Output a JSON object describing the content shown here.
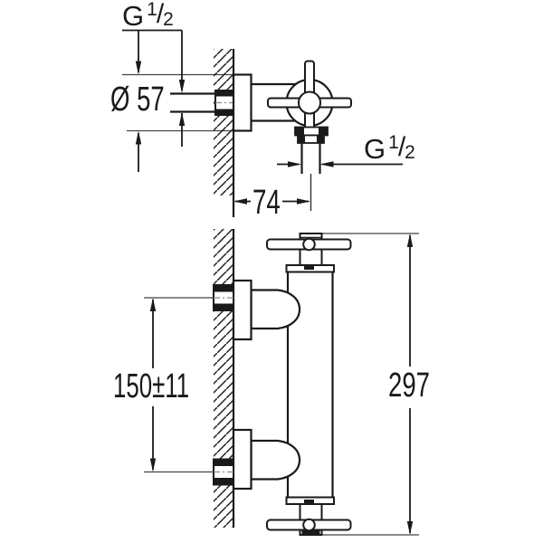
{
  "drawing": {
    "background": "#ffffff",
    "line_color": "#1a1a1a",
    "centerline_color": "#8a8a8a"
  },
  "dimensions": {
    "wall_thread": {
      "prefix": "G",
      "numerator": "1",
      "slash": "/",
      "denominator": "2"
    },
    "escutcheon_diameter": "Ø 57",
    "outlet_thread": {
      "prefix": "G",
      "numerator": "1",
      "slash": "/",
      "denominator": "2"
    },
    "wall_to_outlet_depth": "74",
    "inlet_spacing": "150±11",
    "overall_height": "297"
  }
}
